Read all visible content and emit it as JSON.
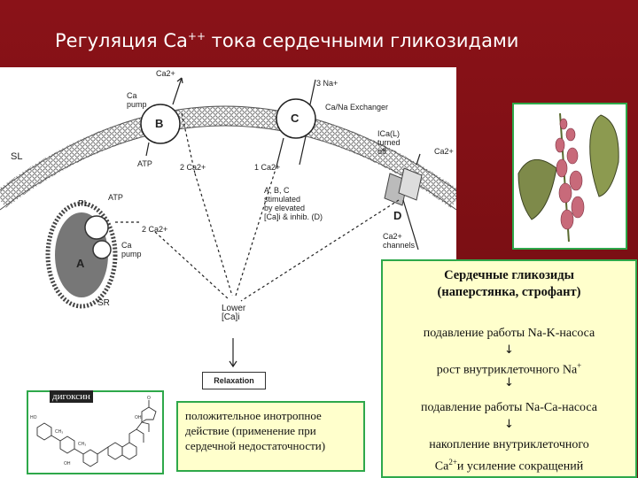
{
  "slide": {
    "title_main": "Регуляция Ca",
    "title_sup": "++",
    "title_rest": " тока сердечными гликозидами"
  },
  "diagram": {
    "ca2_top": "Ca2+",
    "na3": "3 Na+",
    "ca_pump": "Ca\npump",
    "ca_na_exchanger": "Ca/Na Exchanger",
    "label_b": "B",
    "label_c": "C",
    "label_a": "A",
    "label_d": "D",
    "label_pl": "PL",
    "label_sl": "SL",
    "label_sr": "SR",
    "atp_top": "ATP",
    "atp_left": "ATP",
    "two_ca_top": "2 Ca2+",
    "one_ca": "1 Ca2+",
    "two_ca_left": "2 Ca2+",
    "ica_turned_off": "ICa(L)\nturned\noff",
    "ca2_right": "Ca2+",
    "stimulated": "A, B, C\nstimulated\nby elevated\n[Ca]i & inhib. (D)",
    "ca_pump_sr": "Ca\npump",
    "ca_channels": "Ca2+\nchannels",
    "lower_ca": "Lower\n[Ca]i",
    "relaxation": "Relaxation"
  },
  "panel": {
    "heading_1": "Сердечные гликозиды",
    "heading_2": "(наперстянка, строфант)",
    "step_1": "подавление работы Na-K-насоса",
    "step_2": "рост внутриклеточного Na",
    "step_2_sup": "+",
    "step_3": "подавление работы Na-Ca-насоса",
    "step_4_line1": "накопление внутриклеточного",
    "step_4_ca": "Ca",
    "step_4_sup": "2+",
    "step_4_rest": "и усиление сокращений",
    "arrow_glyph": "↓"
  },
  "inotrop": {
    "text": "положительное инотропное действие (применение при сердечной недостаточности)"
  },
  "formula": {
    "label": "дигоксин"
  },
  "colors": {
    "slide_bg": "#7a0f14",
    "panel_bg": "#ffffcc",
    "panel_border": "#2ea84a",
    "title_text": "#ffffff"
  }
}
